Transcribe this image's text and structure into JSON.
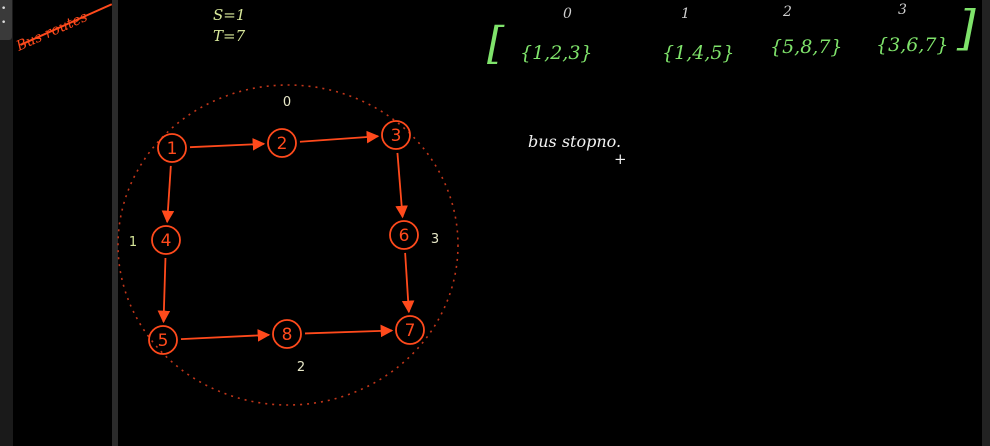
{
  "board": {
    "title": "Bus routes",
    "source_label": "S=1",
    "target_label": "T=7",
    "note": "bus stopno.",
    "cursor_glyph": "+"
  },
  "routes_array": {
    "indices": [
      "0",
      "1",
      "2",
      "3"
    ],
    "sets": [
      "{1,2,3}",
      "{1,4,5}",
      "{5,8,7}",
      "{3,6,7}"
    ]
  },
  "graph": {
    "nodes": [
      "1",
      "2",
      "3",
      "4",
      "5",
      "6",
      "7",
      "8"
    ],
    "edges": [
      [
        "1",
        "2"
      ],
      [
        "2",
        "3"
      ],
      [
        "3",
        "6"
      ],
      [
        "6",
        "7"
      ],
      [
        "1",
        "4"
      ],
      [
        "4",
        "5"
      ],
      [
        "5",
        "8"
      ],
      [
        "8",
        "7"
      ]
    ],
    "route_labels": [
      "0",
      "1",
      "2",
      "3"
    ]
  },
  "colors": {
    "background": "#000000",
    "graph_stroke": "#ff4a1c",
    "array_text": "#7fe36b",
    "note_text": "#f2f2f2"
  }
}
